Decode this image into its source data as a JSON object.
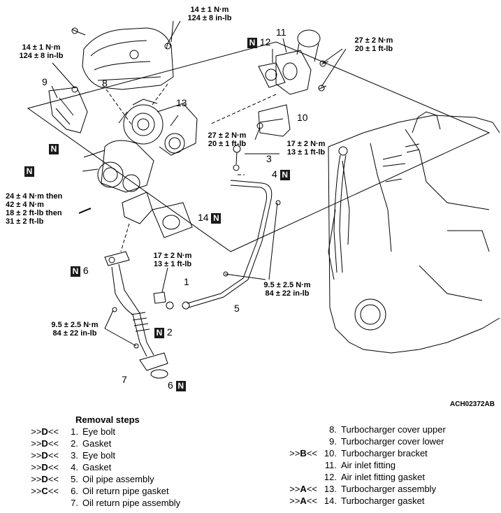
{
  "figure_code": "ACH02372AB",
  "n_mark": "N",
  "torque_specs": {
    "top": [
      "14 ± 1 N·m",
      "124 ± 8 in-lb"
    ],
    "left": [
      "14 ± 1 N·m",
      "124 ± 8 in-lb"
    ],
    "air_inlet": [
      "27 ± 2 N·m",
      "20 ± 1 ft-lb"
    ],
    "bracket": [
      "27 ± 2 N·m",
      "20 ± 1 ft-lb"
    ],
    "eye_bolt_upper": [
      "17 ± 2 N·m",
      "13 ± 1 ft-lb"
    ],
    "turbo_nut": [
      "24 ± 4 N·m then",
      "42 ± 4 N·m",
      "18 ± 2 ft-lb then",
      "31 ± 2 ft-lb"
    ],
    "eye_bolt_lower": [
      "17 ± 2 N·m",
      "13 ± 1 ft-lb"
    ],
    "oil_pipe_clamp": [
      "9.5 ± 2.5 N·m",
      "84 ± 22 in-lb"
    ],
    "return_pipe_clamp": [
      "9.5 ± 2.5 N·m",
      "84 ± 22 in-lb"
    ]
  },
  "callouts": {
    "c1": "1",
    "c2": "2",
    "c3": "3",
    "c4": "4",
    "c5": "5",
    "c6": "6",
    "c6b": "6",
    "c7": "7",
    "c8": "8",
    "c9": "9",
    "c10": "10",
    "c11": "11",
    "c12": "12",
    "c13": "13",
    "c14": "14"
  },
  "removal": {
    "title": "Removal steps",
    "left": [
      {
        "prefix": ">>",
        "code": "D",
        "suffix": "<<",
        "num": "1.",
        "name": "Eye bolt"
      },
      {
        "prefix": ">>",
        "code": "D",
        "suffix": "<<",
        "num": "2.",
        "name": "Gasket"
      },
      {
        "prefix": ">>",
        "code": "D",
        "suffix": "<<",
        "num": "3.",
        "name": "Eye bolt"
      },
      {
        "prefix": ">>",
        "code": "D",
        "suffix": "<<",
        "num": "4.",
        "name": "Gasket"
      },
      {
        "prefix": ">>",
        "code": "D",
        "suffix": "<<",
        "num": "5.",
        "name": "Oil pipe assembly"
      },
      {
        "prefix": ">>",
        "code": "C",
        "suffix": "<<",
        "num": "6.",
        "name": "Oil return pipe gasket"
      },
      {
        "prefix": "",
        "code": "",
        "suffix": "",
        "num": "7.",
        "name": "Oil return pipe assembly"
      }
    ],
    "right": [
      {
        "prefix": "",
        "code": "",
        "suffix": "",
        "num": "8.",
        "name": "Turbocharger cover upper"
      },
      {
        "prefix": "",
        "code": "",
        "suffix": "",
        "num": "9.",
        "name": "Turbocharger cover lower"
      },
      {
        "prefix": ">>",
        "code": "B",
        "suffix": "<<",
        "num": "10.",
        "name": "Turbocharger bracket"
      },
      {
        "prefix": "",
        "code": "",
        "suffix": "",
        "num": "11.",
        "name": "Air inlet fitting"
      },
      {
        "prefix": "",
        "code": "",
        "suffix": "",
        "num": "12.",
        "name": "Air inlet fitting gasket"
      },
      {
        "prefix": ">>",
        "code": "A",
        "suffix": "<<",
        "num": "13.",
        "name": "Turbocharger assembly"
      },
      {
        "prefix": ">>",
        "code": "A",
        "suffix": "<<",
        "num": "14.",
        "name": "Turbocharger gasket"
      }
    ]
  }
}
